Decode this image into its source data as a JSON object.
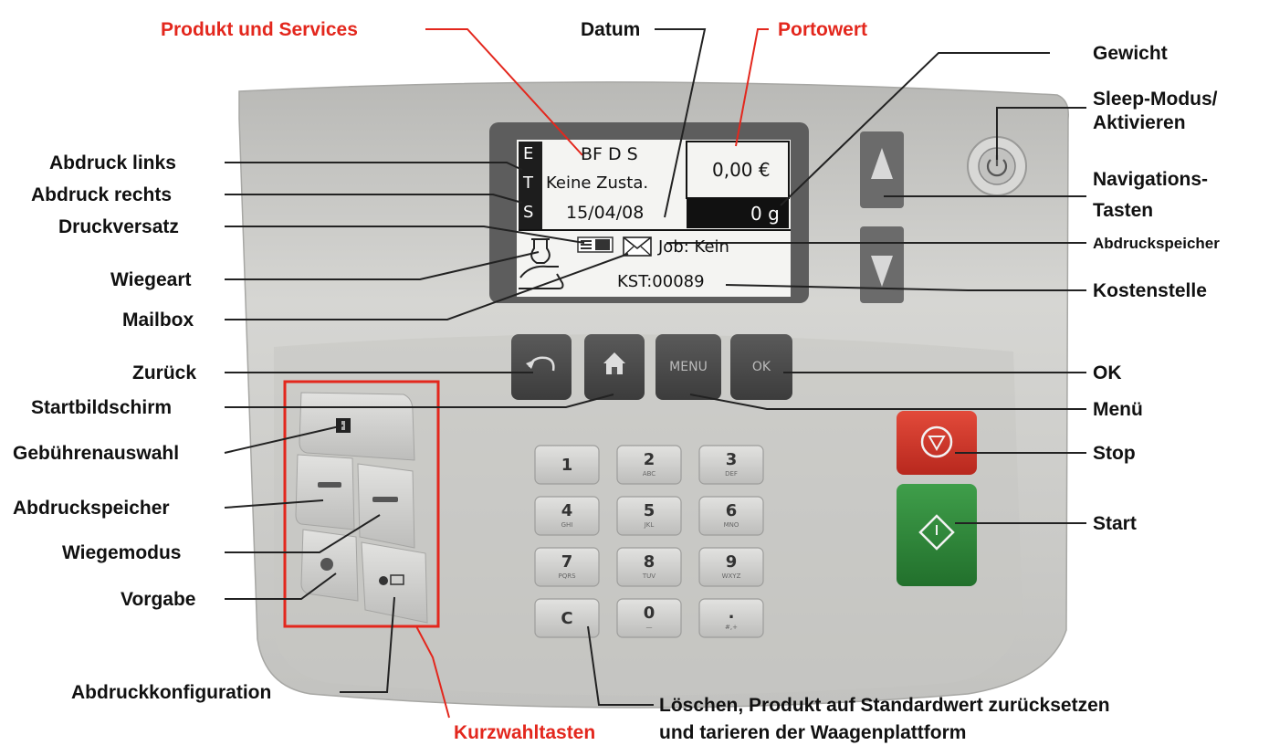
{
  "screen": {
    "mode_letters": [
      "E",
      "T",
      "S"
    ],
    "product": "BF D S",
    "service": "Keine Zusta.",
    "date": "15/04/08",
    "postage": "0,00 €",
    "weight": "0 g",
    "job": "Job: Kein",
    "cost_center": "KST:00089"
  },
  "buttons": {
    "menu": "MENU",
    "ok": "OK"
  },
  "keypad": {
    "keys": [
      {
        "digit": "1",
        "sub": ""
      },
      {
        "digit": "2",
        "sub": "ABC"
      },
      {
        "digit": "3",
        "sub": "DEF"
      },
      {
        "digit": "4",
        "sub": "GHI"
      },
      {
        "digit": "5",
        "sub": "JKL"
      },
      {
        "digit": "6",
        "sub": "MNO"
      },
      {
        "digit": "7",
        "sub": "PQRS"
      },
      {
        "digit": "8",
        "sub": "TUV"
      },
      {
        "digit": "9",
        "sub": "WXYZ"
      },
      {
        "digit": "C",
        "sub": ""
      },
      {
        "digit": "0",
        "sub": "—"
      },
      {
        "digit": ".",
        "sub": "#,+"
      }
    ]
  },
  "labels": {
    "produkt_services": "Produkt und Services",
    "datum": "Datum",
    "portowert": "Portowert",
    "gewicht": "Gewicht",
    "sleep_line1": "Sleep-Modus/",
    "sleep_line2": "Aktivieren",
    "abdruck_links": "Abdruck links",
    "abdruck_rechts": "Abdruck rechts",
    "navigation_line1": "Navigations-",
    "navigation_line2": "Tasten",
    "druckversatz": "Druckversatz",
    "abdruckspeicher_right": "Abdruckspeicher",
    "wiegeart": "Wiegeart",
    "kostenstelle": "Kostenstelle",
    "mailbox": "Mailbox",
    "zurueck": "Zurück",
    "ok": "OK",
    "startbildschirm": "Startbildschirm",
    "menue": "Menü",
    "gebuehrenauswahl": "Gebührenauswahl",
    "stop": "Stop",
    "abdruckspeicher_left": "Abdruckspeicher",
    "start": "Start",
    "wiegemodus": "Wiegemodus",
    "vorgabe": "Vorgabe",
    "abdruckkonfiguration": "Abdruckkonfiguration",
    "kurzwahltasten": "Kurzwahltasten",
    "loeschen_line1": "Löschen, Produkt auf Standardwert zurücksetzen",
    "loeschen_line2": "und tarieren der Waagenplattform"
  },
  "colors": {
    "accent_red": "#e3271d",
    "stop_red": "#d8342a",
    "start_green": "#2e8a3a",
    "device_gray": "#c9c9c6",
    "key_dark": "#4d4d4d"
  }
}
